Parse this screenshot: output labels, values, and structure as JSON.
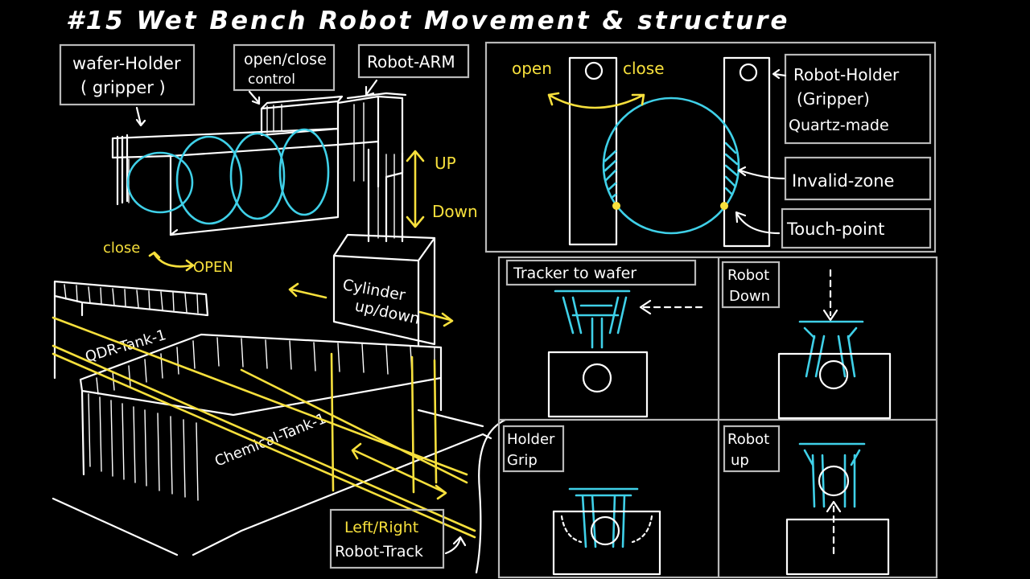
{
  "title": "#15 Wet Bench  Robot Movement & structure",
  "colors": {
    "background": "#000000",
    "line": "#ffffff",
    "accent": "#f7e03c",
    "wafer": "#3fd0e8"
  },
  "left_diagram": {
    "label_wafer_holder_1": "wafer-Holder",
    "label_wafer_holder_2": "( gripper )",
    "label_open_close_1": "open/close",
    "label_open_close_2": "control",
    "label_robot_arm": "Robot-ARM",
    "label_up": "UP",
    "label_down": "Down",
    "label_close": "close",
    "label_open": "OPEN",
    "label_cylinder_1": "Cylinder",
    "label_cylinder_2": "up/down",
    "label_qdr_tank": "QDR-Tank-1",
    "label_chemical_tank": "Chemical-Tank-1",
    "label_left_right": "Left/Right",
    "label_robot_track": "Robot-Track"
  },
  "gripper_panel": {
    "label_open": "open",
    "label_close": "close",
    "label_robot_holder_1": "Robot-Holder",
    "label_robot_holder_2": "(Gripper)",
    "label_robot_holder_3": "Quartz-made",
    "label_invalid_zone": "Invalid-zone",
    "label_touch_point": "Touch-point"
  },
  "steps_panel": {
    "step1_label": "Tracker to wafer",
    "step2_label_1": "Robot",
    "step2_label_2": "Down",
    "step3_label_1": "Holder",
    "step3_label_2": "Grip",
    "step4_label_1": "Robot",
    "step4_label_2": "up"
  }
}
